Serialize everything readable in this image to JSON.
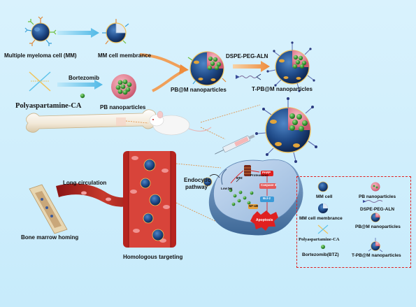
{
  "colors": {
    "background": "#cfeefc",
    "arrow_blue": "#5fc3ea",
    "arrow_orange": "#f0a05a",
    "membrane_pink": "#e88a9a",
    "core_blue": "#1b3b72",
    "nano_green": "#3a9a3a",
    "legend_border": "#e02020",
    "apoptosis_red": "#e02020"
  },
  "top": {
    "mm_cell": "Multiple myeloma cell (MM)",
    "mm_membrane": "MM cell membrance",
    "bortezomib": "Bortezomib",
    "polymer": "Polyaspartamine-CA",
    "pb_np": "PB nanoparticles",
    "pbm_np": "PB@M nanoparticles",
    "dspe": "DSPE-PEG-ALN",
    "tpbm_np": "T-PB@M nanoparticles"
  },
  "lower": {
    "long_circ": "Long circulation",
    "bm_homing": "Bone marrow homing",
    "homologous": "Homologous targeting",
    "endocytic": "Endocytic",
    "pathway": "pathway"
  },
  "cell": {
    "proteasome": "Proteasome",
    "parp": "PARP",
    "caspase3": "Caspase 3",
    "bcl2": "Bcl-2",
    "nfkb": "NF-κB",
    "low_ph": "Low pH",
    "btz": "BTZ",
    "apoptosis": "Apoptosis"
  },
  "legend": {
    "mm_cell": "MM cell",
    "pb_np": "PB nanoparticles",
    "mm_membrane": "MM cell membrance",
    "dspe": "DSPE-PEG-ALN",
    "polymer": "Polyaspartamine-CA",
    "pbm_np": "PB@M nanoparticles",
    "btz": "Bortezomib(BTZ)",
    "tpbm_np": "T-PB@M nanoparticles"
  }
}
